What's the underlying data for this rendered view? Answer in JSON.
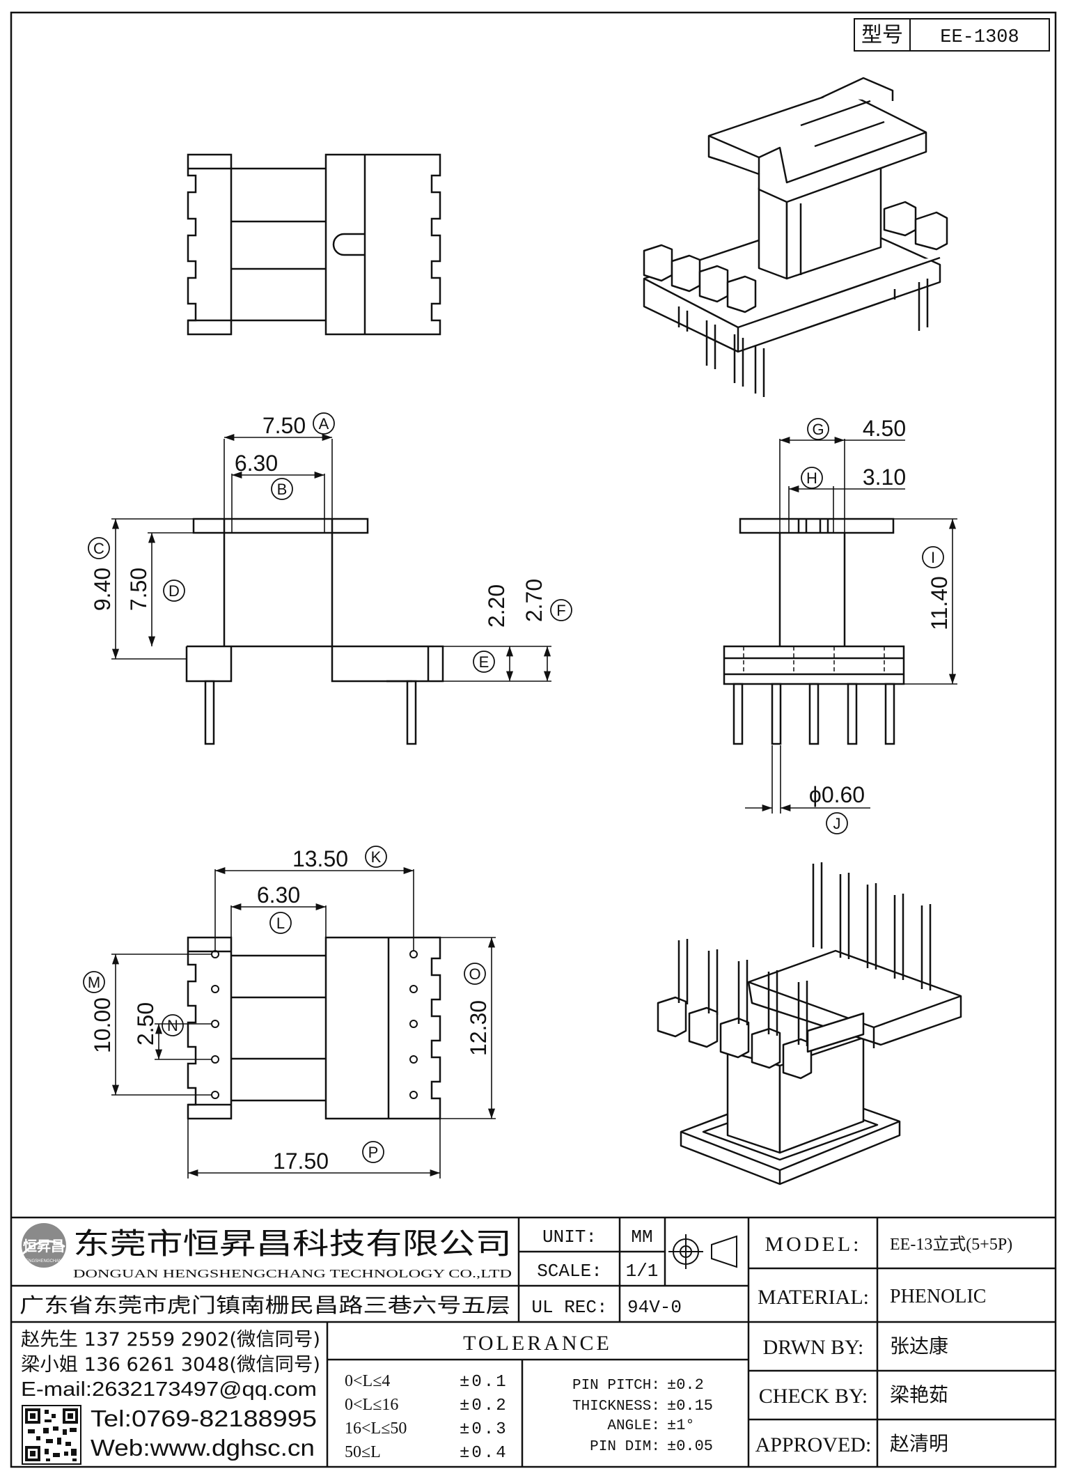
{
  "header": {
    "model_label": "型号",
    "model_value": "EE-1308"
  },
  "dimensions": {
    "a": "7.50",
    "b": "6.30",
    "c": "9.40",
    "d": "7.50",
    "e": "2.20",
    "f": "2.70",
    "g": "4.50",
    "h": "3.10",
    "i": "11.40",
    "j": "ϕ0.60",
    "k": "13.50",
    "l": "6.30",
    "m": "10.00",
    "n": "2.50",
    "o": "12.30",
    "p": "17.50"
  },
  "markers": {
    "a": "A",
    "b": "B",
    "c": "C",
    "d": "D",
    "e": "E",
    "f": "F",
    "g": "G",
    "h": "H",
    "i": "I",
    "j": "J",
    "k": "K",
    "l": "L",
    "m": "M",
    "n": "N",
    "o": "O",
    "p": "P"
  },
  "company": {
    "logo_text": "恒昇昌",
    "logo_subtext": "HENGSHENGCHANG",
    "name_cn": "东莞市恒昇昌科技有限公司",
    "name_en": "DONGUAN HENGSHENGCHANG TECHNOLOGY CO.,LTD",
    "address": "广东省东莞市虎门镇南栅民昌路三巷六号五层"
  },
  "specs": {
    "unit_label": "UNIT:",
    "unit_value": "MM",
    "scale_label": "SCALE:",
    "scale_value": "1/1",
    "ul_label": "UL REC:",
    "ul_value": "94V-0"
  },
  "contacts": {
    "line1": "赵先生 137 2559 2902(微信同号)",
    "line2": "梁小姐 136 6261 3048(微信同号)",
    "email": "E-mail:2632173497@qq.com",
    "tel": "Tel:0769-82188995",
    "web": "Web:www.dghsc.cn"
  },
  "tolerance": {
    "title": "TOLERANCE",
    "rows": [
      {
        "range": "0<L≤4",
        "value": "±0.1"
      },
      {
        "range": "0<L≤16",
        "value": "±0.2"
      },
      {
        "range": "16<L≤50",
        "value": "±0.3"
      },
      {
        "range": "50≤L",
        "value": "±0.4"
      }
    ],
    "extra": [
      {
        "label": "PIN PITCH:",
        "value": "±0.2"
      },
      {
        "label": "THICKNESS:",
        "value": "±0.15"
      },
      {
        "label": "ANGLE:",
        "value": "±1°"
      },
      {
        "label": "PIN DIM:",
        "value": "±0.05"
      }
    ]
  },
  "info": {
    "model_label": "MODEL:",
    "model_value": "EE-13立式(5+5P)",
    "material_label": "MATERIAL:",
    "material_value": "PHENOLIC",
    "drawn_label": "DRWN BY:",
    "drawn_value": "张达康",
    "check_label": "CHECK BY:",
    "check_value": "梁艳茹",
    "approved_label": "APPROVED:",
    "approved_value": "赵清明"
  },
  "colors": {
    "ink": "#111111",
    "paper": "#ffffff",
    "logo_grey": "#8a8a8a"
  }
}
